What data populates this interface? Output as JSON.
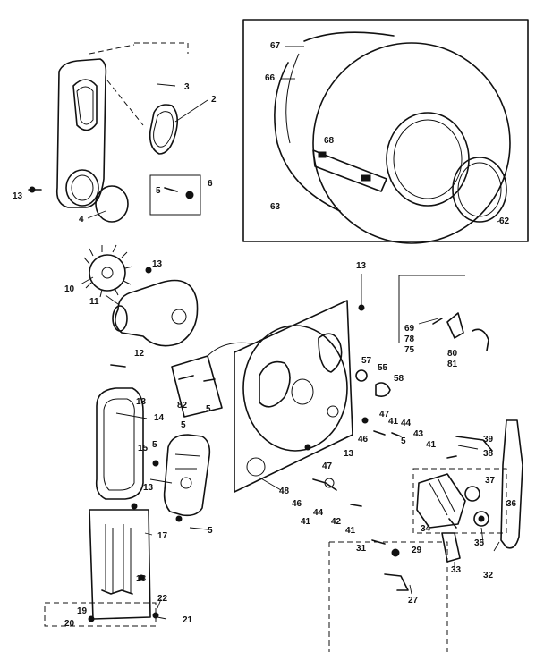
{
  "callouts": {
    "c3": "3",
    "c2": "2",
    "c13a": "13",
    "c4": "4",
    "c5a": "5",
    "c6": "6",
    "c67": "67",
    "c66": "66",
    "c68": "68",
    "c63": "63",
    "c62": "62",
    "c10": "10",
    "c13b": "13",
    "c11": "11",
    "c13c": "13",
    "c69": "69",
    "c78": "78",
    "c75": "75",
    "c80": "80",
    "c81": "81",
    "c12": "12",
    "c13d": "13",
    "c82": "82",
    "c5b": "5",
    "c57": "57",
    "c55": "55",
    "c58": "58",
    "c14": "14",
    "c15": "15",
    "c5c": "5",
    "c5d": "5",
    "c47a": "47",
    "c41a": "41",
    "c44a": "44",
    "c46a": "46",
    "c43": "43",
    "c41b": "41",
    "c5e": "5",
    "c39": "39",
    "c38": "38",
    "c37": "37",
    "c36": "36",
    "c13e": "13",
    "c13f": "13",
    "c47b": "47",
    "c48": "48",
    "c46b": "46",
    "c44b": "44",
    "c41c": "41",
    "c42": "42",
    "c41d": "41",
    "c17": "17",
    "c5f": "5",
    "c34": "34",
    "c35": "35",
    "c31": "31",
    "c29": "29",
    "c33": "33",
    "c32": "32",
    "c18": "18",
    "c22": "22",
    "c19": "19",
    "c20": "20",
    "c21": "21",
    "c27": "27"
  }
}
